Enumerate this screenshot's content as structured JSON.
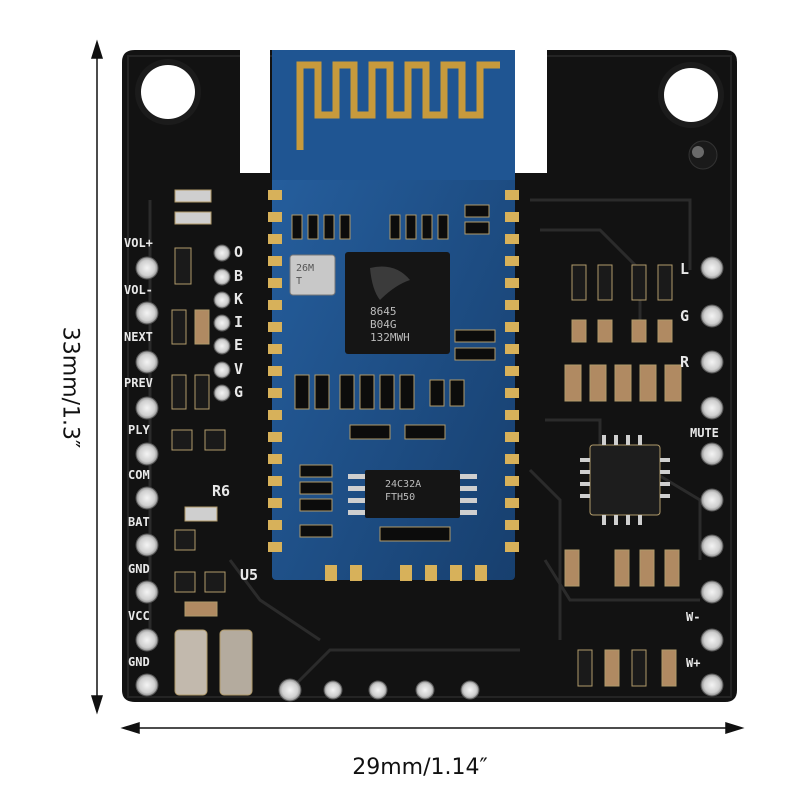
{
  "dimensions": {
    "width_label": "29mm/1.14″",
    "height_label": "33mm/1.3″"
  },
  "left_pins": [
    "VOL+",
    "VOL-",
    "NEXT",
    "PREV",
    "PLY",
    "COM",
    "BAT",
    "GND",
    "VCC",
    "GND"
  ],
  "inner_letters": [
    "O",
    "B",
    "K",
    "I",
    "E",
    "V",
    "G"
  ],
  "right_labels": [
    "L",
    "G",
    "R",
    "MUTE",
    "W-",
    "W+"
  ],
  "silkscreen": {
    "r6": "R6",
    "u5": "U5"
  },
  "main_chip": {
    "line1": "8645",
    "line2": "B04G",
    "line3": "132MWH"
  },
  "small_chip": {
    "line1": "24C32A",
    "line2": "FTH50"
  },
  "crystal": {
    "line1": "26M",
    "line2": "T"
  },
  "colors": {
    "board": "#141414",
    "module": "#1d4f86",
    "gold": "#c79a3c",
    "silk": "#e8e8e8"
  }
}
